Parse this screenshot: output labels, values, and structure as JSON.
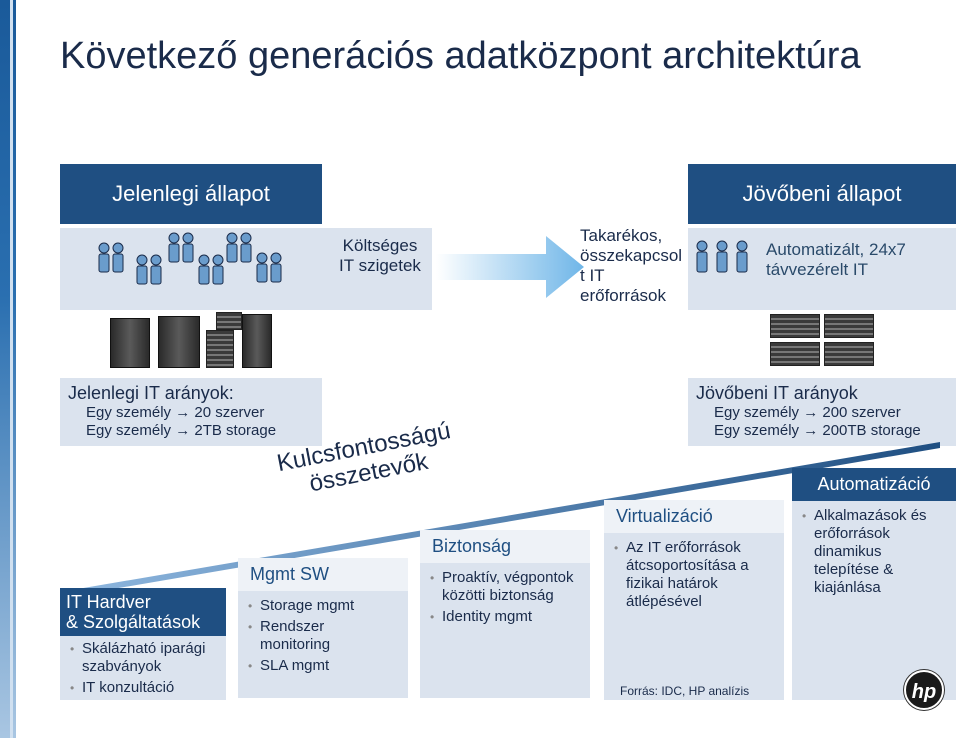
{
  "title": "Következő generációs adatközpont architektúra",
  "current_header": "Jelenlegi állapot",
  "future_header": "Jövőbeni állapot",
  "costly_islands": [
    "Költséges",
    "IT szigetek"
  ],
  "savings": [
    "Takarékos,",
    "összekapcsol",
    "t IT",
    "erőforrások"
  ],
  "automated": [
    "Automatizált, 24x7",
    "távvezérelt IT"
  ],
  "current_ratios": {
    "heading": "Jelenlegi IT arányok:",
    "line1": "Egy személy → 20 szerver",
    "line2": "Egy személy → 2TB storage"
  },
  "future_ratios": {
    "heading": "Jövőbeni IT arányok",
    "line1": "Egy személy → 200 szerver",
    "line2": "Egy személy → 200TB storage"
  },
  "key_components": [
    "Kulcsfontosságú",
    "összetevők"
  ],
  "steps": [
    {
      "title": [
        "IT Hardver",
        "& Szolgáltatások"
      ],
      "bullets": [
        "Skálázható iparági szabványok",
        "IT konzultáció"
      ]
    },
    {
      "title": [
        "Mgmt SW"
      ],
      "bullets": [
        "Storage mgmt",
        "Rendszer monitoring",
        "SLA mgmt"
      ]
    },
    {
      "title": [
        "Biztonság"
      ],
      "bullets": [
        "Proaktív, végpontok közötti biztonság",
        "Identity mgmt"
      ]
    },
    {
      "title": [
        "Virtualizáció"
      ],
      "bullets": [
        "Az IT erőforrások átcsoportosítása a fizikai határok átlépésével"
      ]
    },
    {
      "title": [
        "Automatizáció"
      ],
      "bullets": [
        "Alkalmazások és erőforrások dinamikus telepítése & kiajánlása"
      ]
    }
  ],
  "source": "Forrás: IDC, HP analízis",
  "logo_text": "hp",
  "icons": {
    "people": "person-group-icon",
    "arrow": "right-arrow-icon"
  },
  "colors": {
    "header_blue": "#1f4f82",
    "band_gray": "#dbe3ee",
    "arrow_blue": "#6fb6e8"
  }
}
